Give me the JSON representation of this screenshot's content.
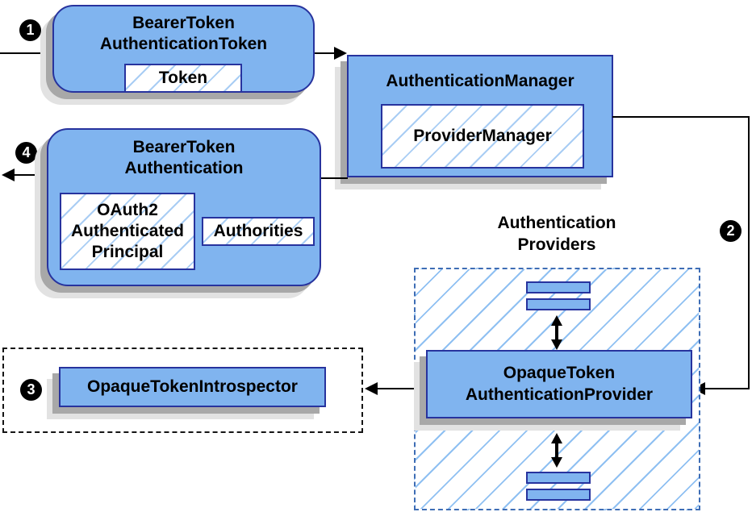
{
  "diagram": {
    "steps": {
      "one": "1",
      "two": "2",
      "three": "3",
      "four": "4"
    },
    "nodes": {
      "bearer_token_authentication_token": {
        "title": "BearerToken\nAuthenticationToken",
        "token": "Token"
      },
      "authentication_manager": {
        "title": "AuthenticationManager",
        "provider_manager": "ProviderManager"
      },
      "bearer_token_authentication": {
        "title": "BearerToken\nAuthentication",
        "principal": "OAuth2\nAuthenticated\nPrincipal",
        "authorities": "Authorities"
      },
      "opaque_token_introspector": {
        "label": "OpaqueTokenIntrospector"
      },
      "authentication_providers": {
        "group_title": "Authentication\nProviders",
        "provider": "OpaqueToken\nAuthenticationProvider"
      }
    },
    "colors": {
      "node_fill": "#80b4ef",
      "node_border": "#27339e",
      "hatch_line": "#a9cdf4",
      "providers_dash_border": "#3e6db5",
      "introspector_dash_border": "#151515",
      "shadow_dark": "#a8a8a8",
      "shadow_light": "#e2e2e2",
      "arrow": "#000000",
      "badge_bg": "#000000",
      "badge_text": "#ffffff"
    }
  }
}
